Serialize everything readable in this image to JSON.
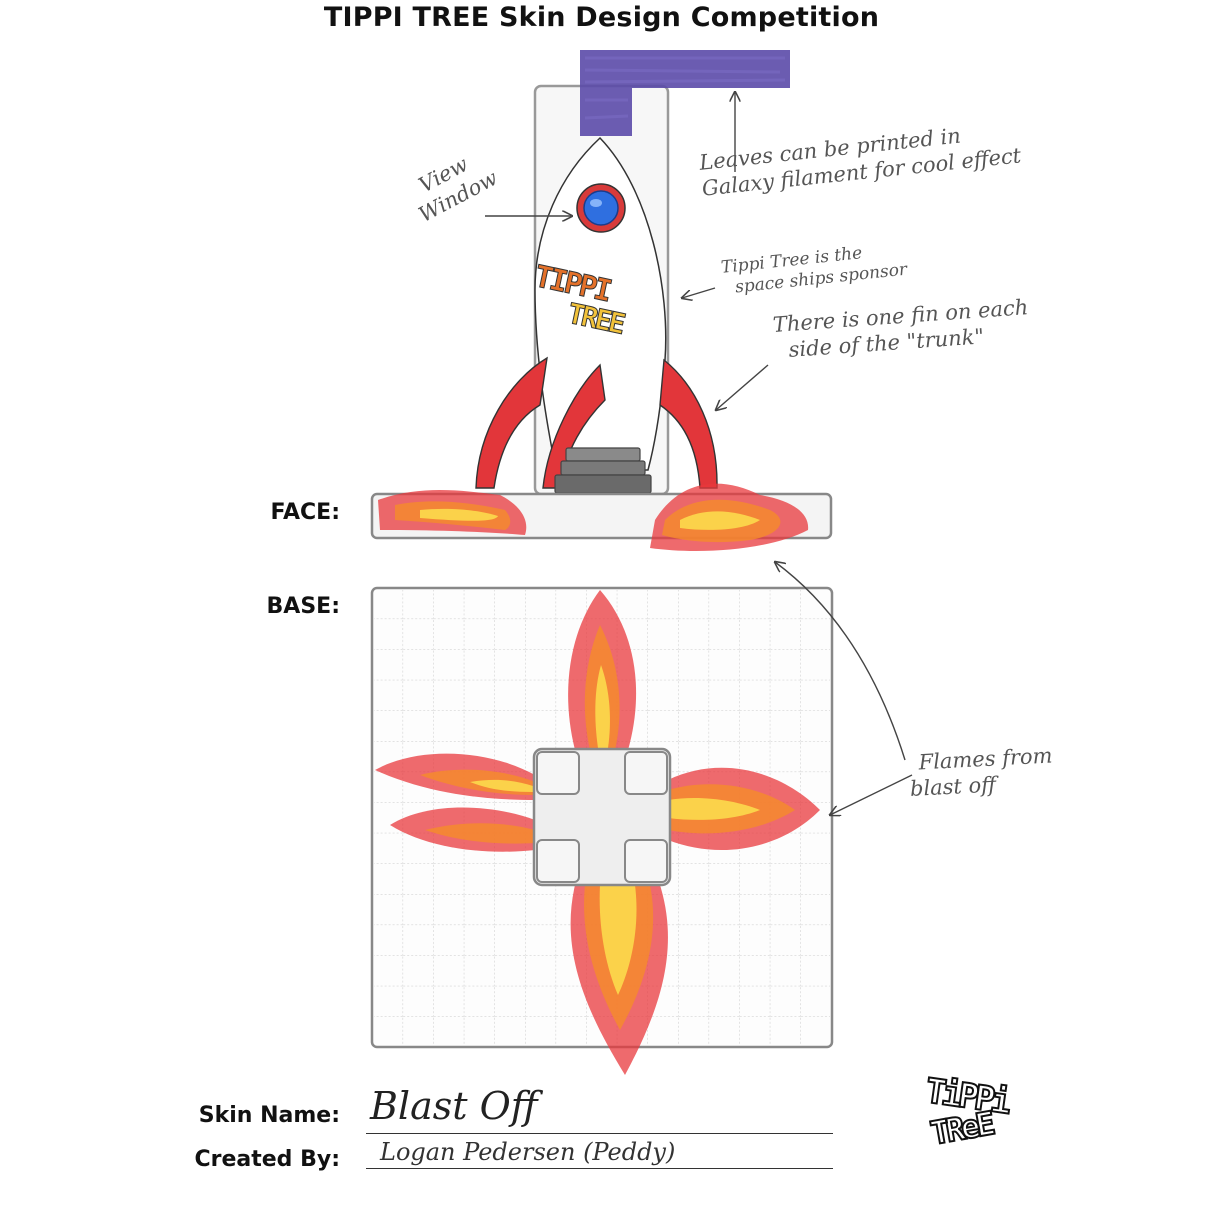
{
  "title": "TIPPI TREE Skin Design Competition",
  "labels": {
    "face": "FACE:",
    "base": "BASE:",
    "skin_name": "Skin Name:",
    "created_by": "Created By:"
  },
  "entries": {
    "skin_name": "Blast Off",
    "created_by": "Logan Pedersen (Peddy)"
  },
  "notes": {
    "view_window_1": "View",
    "view_window_2": "Window",
    "leaves_1": "Leaves can be printed in",
    "leaves_2": "Galaxy filament for cool effect",
    "sponsor_1": "Tippi Tree is the",
    "sponsor_2": "space ships sponsor",
    "fin_1": "There is one fin on each",
    "fin_2": "side of the \"trunk\"",
    "flames_1": "Flames from",
    "flames_2": "blast off"
  },
  "rocket_logo": {
    "line1": "TIPPI",
    "line2": "TREE"
  },
  "corner_logo": {
    "line1": "TiPPi",
    "line2": "TReE"
  },
  "colors": {
    "leaves": "#5b4aa8",
    "fin": "#e2363a",
    "window_blue": "#2f6fe0",
    "window_ring": "#d83a3a",
    "flame_red": "#e8383c",
    "flame_orange": "#f5892e",
    "flame_yellow": "#fbd24a",
    "panel_fill": "#f4f4f4",
    "panel_stroke": "#888888"
  }
}
